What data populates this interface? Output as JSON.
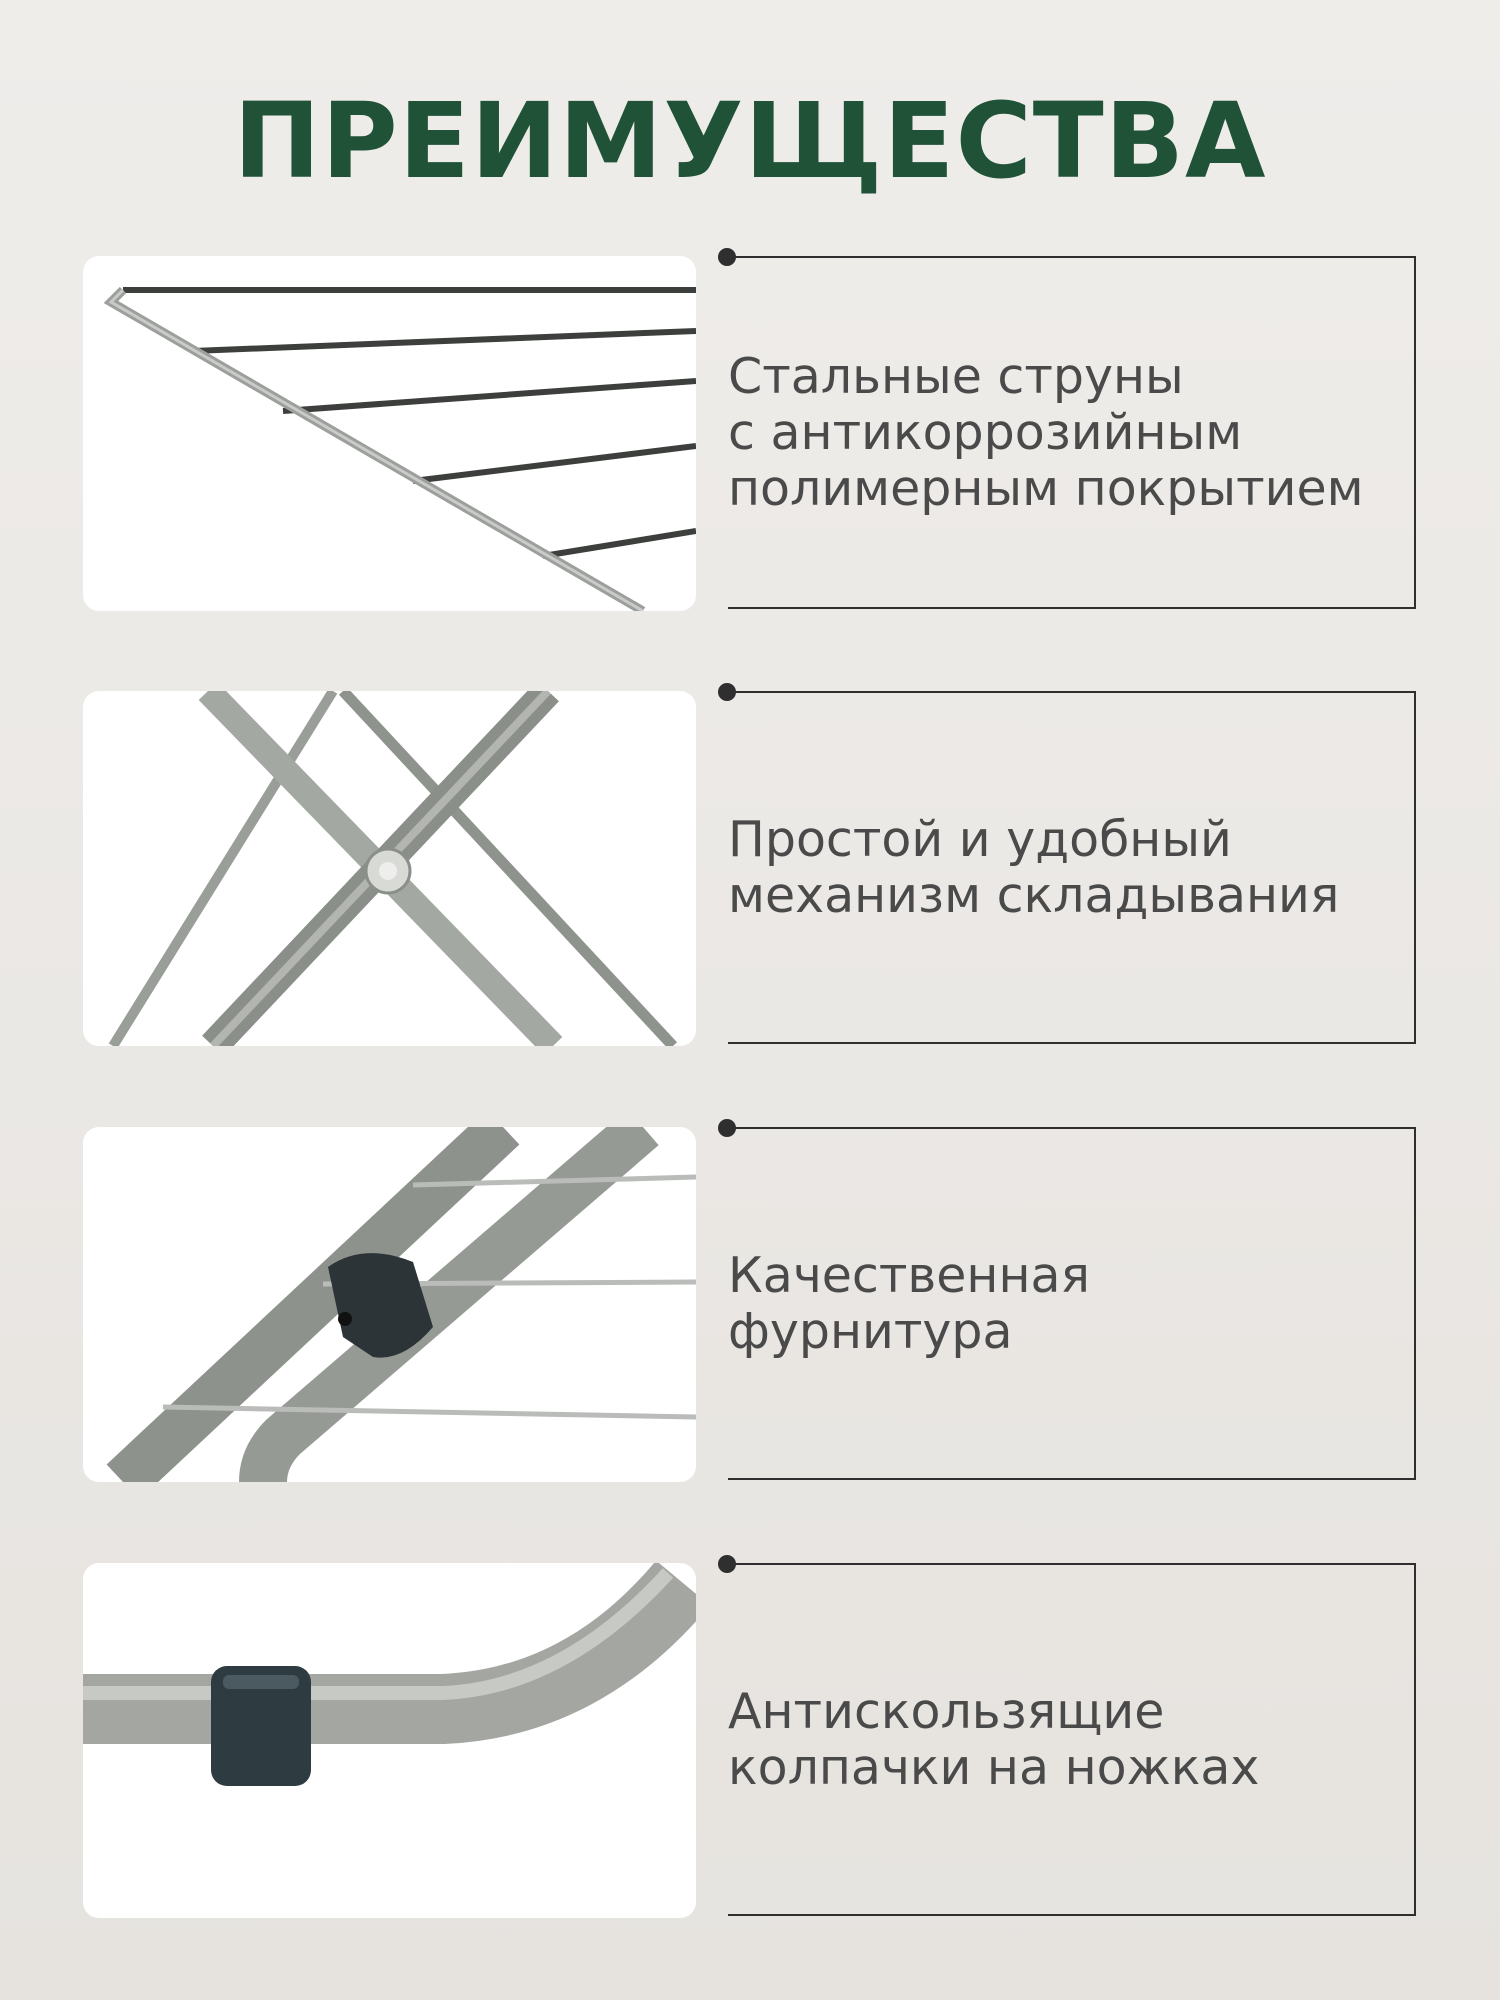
{
  "title": "ПРЕИМУЩЕСТВА",
  "features": [
    {
      "text": "Стальные струны\nс антикоррозийным\nполимерным покрытием",
      "image_icon": "steel-strings-image"
    },
    {
      "text": "Простой и удобный\nмеханизм складывания",
      "image_icon": "folding-mechanism-image"
    },
    {
      "text": "Качественная\nфурнитура",
      "image_icon": "fittings-image"
    },
    {
      "text": "Антискользящие\nколпачки на ножках",
      "image_icon": "anti-slip-caps-image"
    }
  ],
  "colors": {
    "title": "#1f5236",
    "background": "#ece9e5",
    "frame": "#2f2f2f",
    "text": "#4a4a4a"
  }
}
